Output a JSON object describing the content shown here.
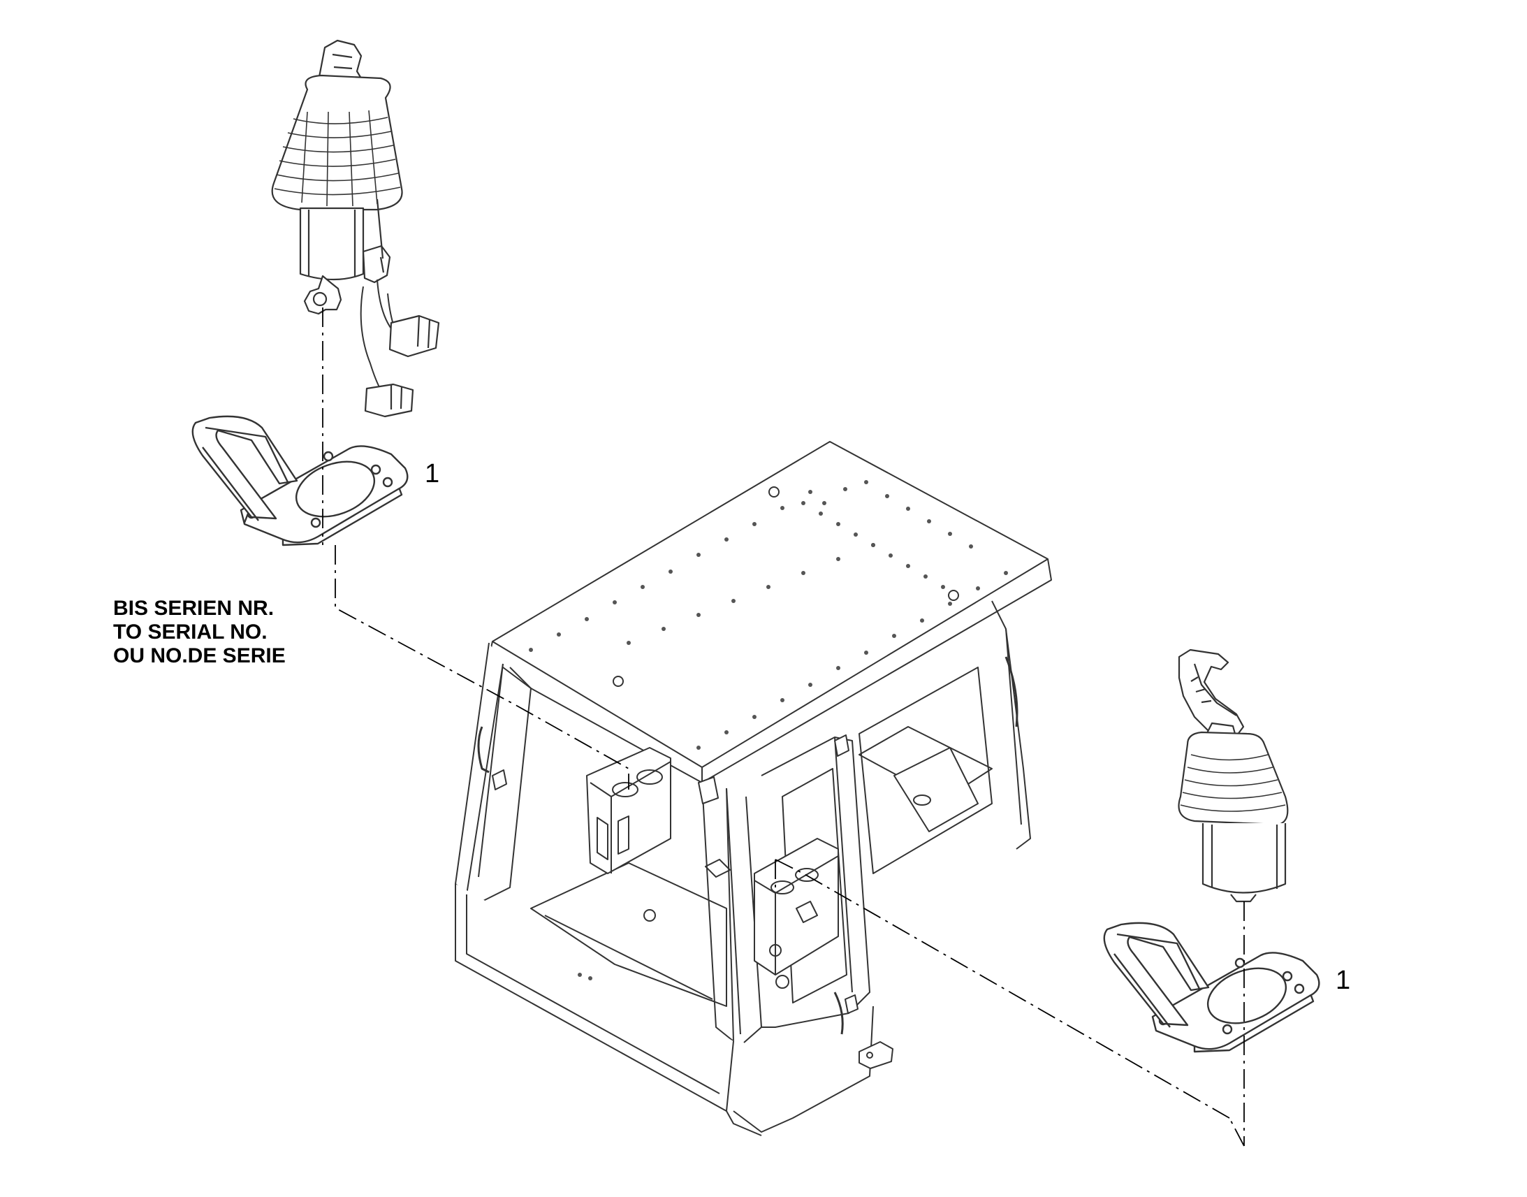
{
  "diagram": {
    "callouts": {
      "left_bracket": "1",
      "right_bracket": "1"
    },
    "note": {
      "line1": "BIS SERIEN NR.",
      "line2": "TO SERIAL NO.",
      "line3": "OU NO.DE SERIE"
    },
    "colors": {
      "line": "#000000",
      "part_stroke": "#333333",
      "background": "#ffffff"
    }
  }
}
